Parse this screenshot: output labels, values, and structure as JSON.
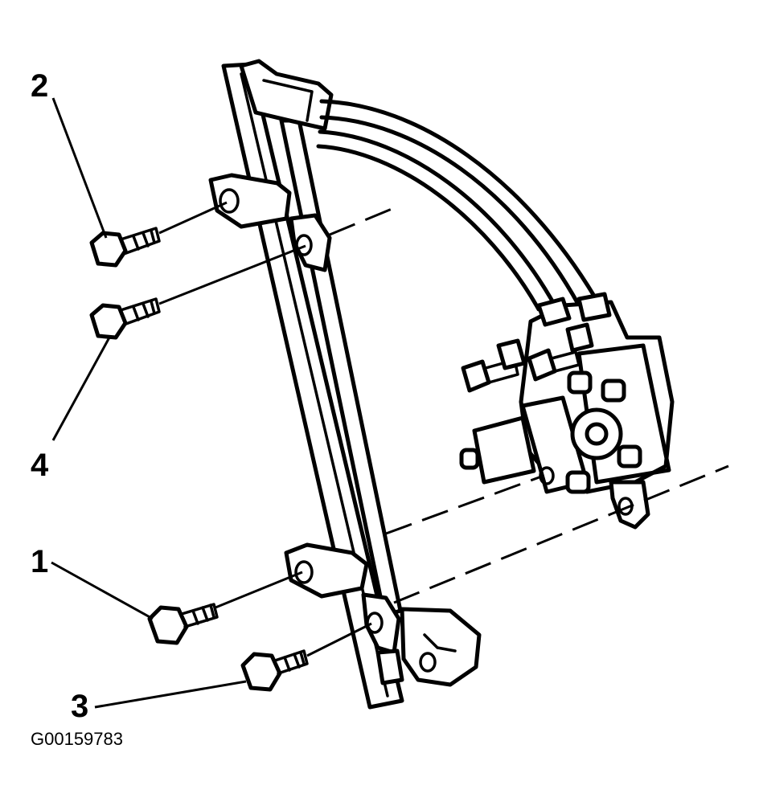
{
  "diagram": {
    "callouts": [
      {
        "key": "2",
        "label": "2"
      },
      {
        "key": "4",
        "label": "4"
      },
      {
        "key": "1",
        "label": "1"
      },
      {
        "key": "3",
        "label": "3"
      }
    ],
    "figure_id": "G00159783",
    "colors": {
      "ink": "#000000",
      "paper": "#ffffff"
    }
  }
}
